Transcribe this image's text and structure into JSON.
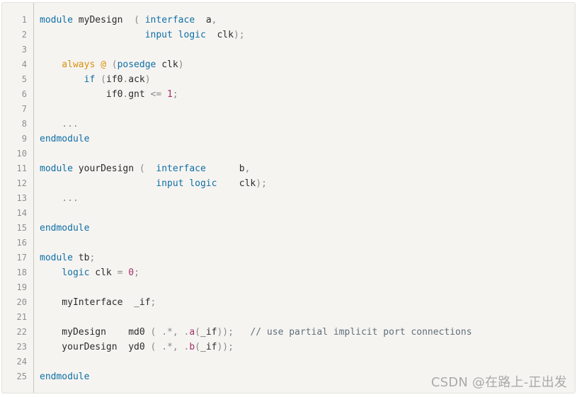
{
  "lines": [
    {
      "n": "1",
      "tokens": [
        {
          "t": "module",
          "c": "kw"
        },
        {
          "t": " myDesign  ",
          "c": "id"
        },
        {
          "t": "(",
          "c": "punc"
        },
        {
          "t": " interface",
          "c": "kw"
        },
        {
          "t": "  a",
          "c": "id"
        },
        {
          "t": ",",
          "c": "punc"
        }
      ]
    },
    {
      "n": "2",
      "tokens": [
        {
          "t": "                   input logic",
          "c": "kw"
        },
        {
          "t": "  clk",
          "c": "id"
        },
        {
          "t": ");",
          "c": "punc"
        }
      ]
    },
    {
      "n": "3",
      "tokens": []
    },
    {
      "n": "4",
      "tokens": [
        {
          "t": "    always @ ",
          "c": "kw2"
        },
        {
          "t": "(",
          "c": "punc"
        },
        {
          "t": "posedge",
          "c": "kw"
        },
        {
          "t": " clk",
          "c": "id"
        },
        {
          "t": ")",
          "c": "punc"
        }
      ]
    },
    {
      "n": "5",
      "tokens": [
        {
          "t": "        if",
          "c": "kw"
        },
        {
          "t": " (",
          "c": "punc"
        },
        {
          "t": "if0",
          "c": "id"
        },
        {
          "t": ".",
          "c": "punc"
        },
        {
          "t": "ack",
          "c": "id"
        },
        {
          "t": ")",
          "c": "punc"
        }
      ]
    },
    {
      "n": "6",
      "tokens": [
        {
          "t": "            if0",
          "c": "id"
        },
        {
          "t": ".",
          "c": "punc"
        },
        {
          "t": "gnt ",
          "c": "id"
        },
        {
          "t": "<=",
          "c": "punc"
        },
        {
          "t": " 1",
          "c": "num"
        },
        {
          "t": ";",
          "c": "punc"
        }
      ]
    },
    {
      "n": "7",
      "tokens": []
    },
    {
      "n": "8",
      "tokens": [
        {
          "t": "    ...",
          "c": "punc"
        }
      ]
    },
    {
      "n": "9",
      "tokens": [
        {
          "t": "endmodule",
          "c": "kw"
        }
      ]
    },
    {
      "n": "10",
      "tokens": []
    },
    {
      "n": "11",
      "tokens": [
        {
          "t": "module",
          "c": "kw"
        },
        {
          "t": " yourDesign ",
          "c": "id"
        },
        {
          "t": "(",
          "c": "punc"
        },
        {
          "t": "  interface",
          "c": "kw"
        },
        {
          "t": "      b",
          "c": "id"
        },
        {
          "t": ",",
          "c": "punc"
        }
      ]
    },
    {
      "n": "12",
      "tokens": [
        {
          "t": "                     input logic",
          "c": "kw"
        },
        {
          "t": "    clk",
          "c": "id"
        },
        {
          "t": ");",
          "c": "punc"
        }
      ]
    },
    {
      "n": "13",
      "tokens": [
        {
          "t": "    ...",
          "c": "punc"
        }
      ]
    },
    {
      "n": "14",
      "tokens": []
    },
    {
      "n": "15",
      "tokens": [
        {
          "t": "endmodule",
          "c": "kw"
        }
      ]
    },
    {
      "n": "16",
      "tokens": []
    },
    {
      "n": "17",
      "tokens": [
        {
          "t": "module",
          "c": "kw"
        },
        {
          "t": " tb",
          "c": "id"
        },
        {
          "t": ";",
          "c": "punc"
        }
      ]
    },
    {
      "n": "18",
      "tokens": [
        {
          "t": "    logic",
          "c": "kw"
        },
        {
          "t": " clk ",
          "c": "id"
        },
        {
          "t": "=",
          "c": "punc"
        },
        {
          "t": " 0",
          "c": "num"
        },
        {
          "t": ";",
          "c": "punc"
        }
      ]
    },
    {
      "n": "19",
      "tokens": []
    },
    {
      "n": "20",
      "tokens": [
        {
          "t": "    myInterface  _if",
          "c": "id"
        },
        {
          "t": ";",
          "c": "punc"
        }
      ]
    },
    {
      "n": "21",
      "tokens": []
    },
    {
      "n": "22",
      "tokens": [
        {
          "t": "    myDesign    md0 ",
          "c": "id"
        },
        {
          "t": "( .*, .",
          "c": "punc"
        },
        {
          "t": "a",
          "c": "num"
        },
        {
          "t": "(",
          "c": "punc"
        },
        {
          "t": "_if",
          "c": "id"
        },
        {
          "t": "));",
          "c": "punc"
        },
        {
          "t": "   // use partial implicit port connections",
          "c": "cmt"
        }
      ]
    },
    {
      "n": "23",
      "tokens": [
        {
          "t": "    yourDesign  yd0 ",
          "c": "id"
        },
        {
          "t": "( .*, .",
          "c": "punc"
        },
        {
          "t": "b",
          "c": "num"
        },
        {
          "t": "(",
          "c": "punc"
        },
        {
          "t": "_if",
          "c": "id"
        },
        {
          "t": "));",
          "c": "punc"
        }
      ]
    },
    {
      "n": "24",
      "tokens": []
    },
    {
      "n": "25",
      "tokens": [
        {
          "t": "endmodule",
          "c": "kw"
        }
      ]
    }
  ],
  "watermark": "CSDN @在路上-正出发"
}
